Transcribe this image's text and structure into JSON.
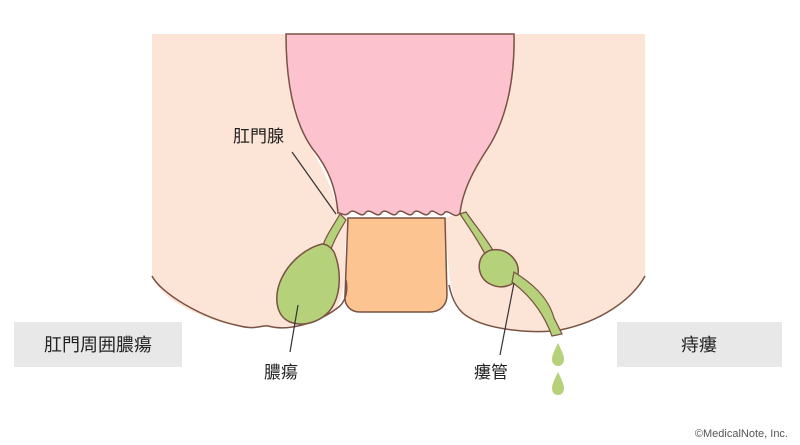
{
  "labels": {
    "anal_gland": "肛門腺",
    "abscess": "膿瘍",
    "fistula_tract": "瘻管"
  },
  "legend": {
    "left": "肛門周囲膿瘍",
    "right": "痔瘻"
  },
  "copyright": "©MedicalNote, Inc.",
  "colors": {
    "skin": "#fce4d6",
    "rectum": "#fcc3cf",
    "anal_canal": "#fbc490",
    "pus": "#b5d27a",
    "outline": "#7a5243",
    "legend_box": "#e8e8e8"
  }
}
